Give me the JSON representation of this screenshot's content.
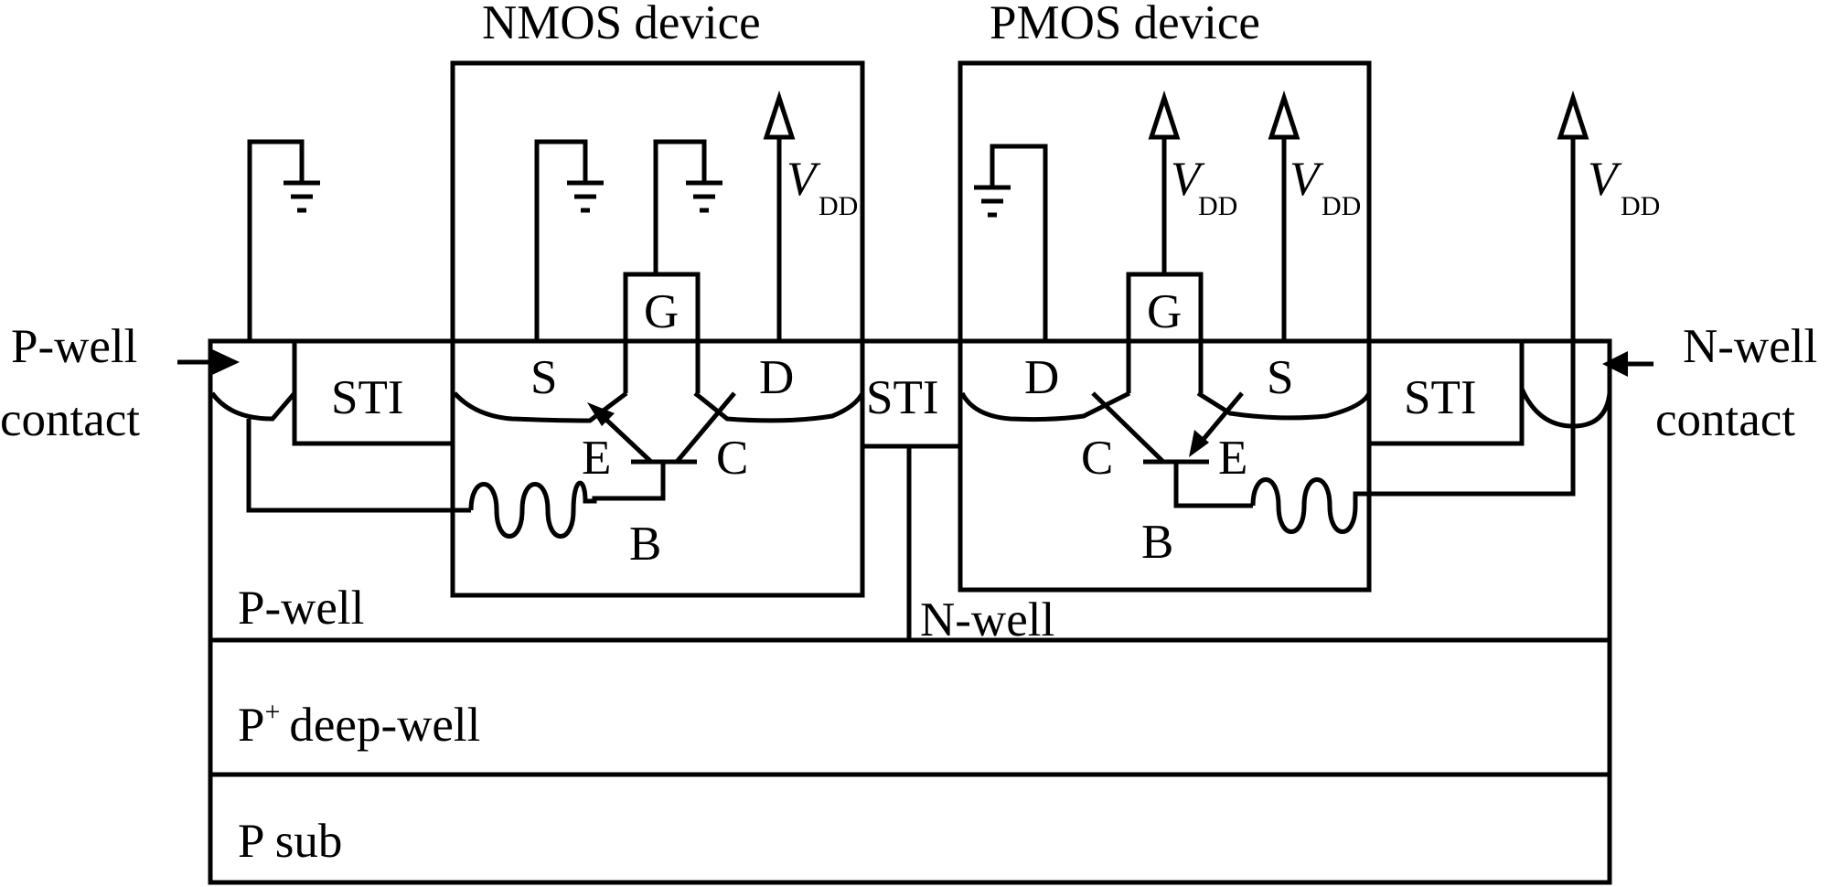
{
  "titles": {
    "nmos": "NMOS device",
    "pmos": "PMOS device"
  },
  "contacts": {
    "pwell_line1": "P-well",
    "pwell_line2": "contact",
    "nwell_line1": "N-well",
    "nwell_line2": "contact"
  },
  "regions": {
    "sti": "STI",
    "pwell": "P-well",
    "nwell": "N-well",
    "deep_well_sup": "+",
    "deep_well_main": "P",
    "deep_well_rest": "deep-well",
    "psub": "P sub"
  },
  "nmos": {
    "gate": "G",
    "source": "S",
    "drain": "D",
    "emitter": "E",
    "collector": "C",
    "base": "B"
  },
  "pmos": {
    "gate": "G",
    "source": "S",
    "drain": "D",
    "emitter": "E",
    "collector": "C",
    "base": "B"
  },
  "supply": {
    "v": "V",
    "sub": "DD"
  },
  "colors": {
    "line": "#000000",
    "background": "#ffffff"
  }
}
